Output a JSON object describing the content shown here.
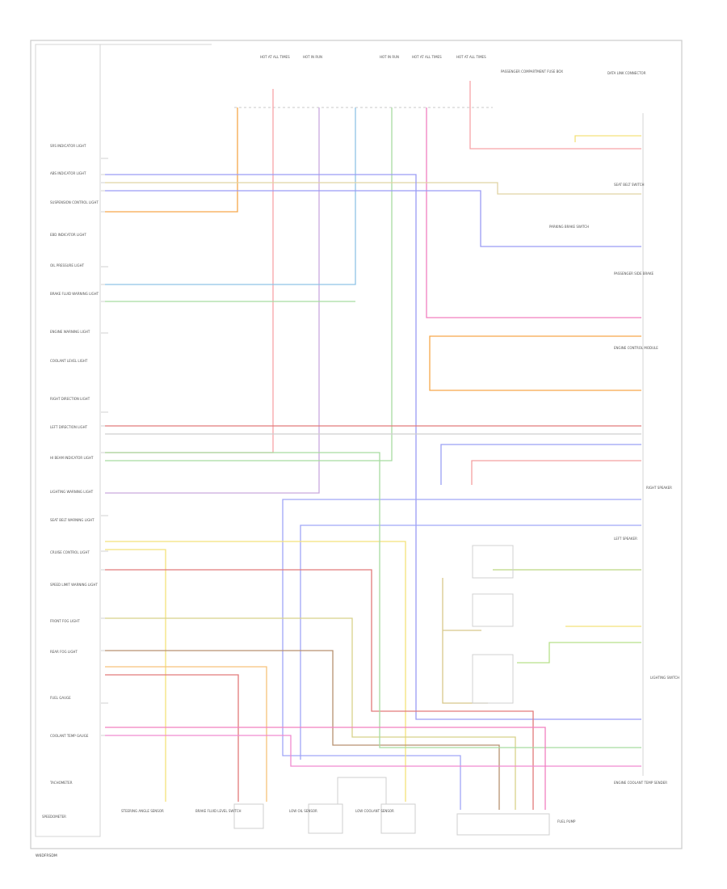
{
  "left_labels": [
    "SRS INDICATOR LIGHT",
    "ABS INDICATOR LIGHT",
    "SUSPENSION CONTROL LIGHT",
    "EBD INDICATOR LIGHT",
    "OIL PRESSURE LIGHT",
    "BRAKE FLUID WARNING LIGHT",
    "ENGINE WARNING LIGHT",
    "COOLANT LEVEL LIGHT",
    "RIGHT DIRECTION LIGHT",
    "LEFT DIRECTION LIGHT",
    "HI BEAM INDICATOR LIGHT",
    "LIGHTING WARNING LIGHT",
    "SEAT BELT WARNING LIGHT",
    "CRUISE CONTROL LIGHT",
    "SPEED LIMIT WARNING LIGHT",
    "FRONT FOG LIGHT",
    "REAR FOG LIGHT",
    "FUEL GAUGE",
    "COOLANT TEMP GAUGE",
    "TACHOMETER",
    "SPEEDOMETER"
  ],
  "top_labels": [
    "HOT AT ALL TIMES",
    "HOT IN RUN",
    "HOT IN RUN",
    "HOT AT ALL TIMES",
    "HOT AT ALL TIMES",
    "PASSENGER COMPARTMENT FUSE BOX",
    "DATA LINK CONNECTOR"
  ],
  "right_labels": [
    "SEAT BELT SWITCH",
    "PARKING BRAKE SWITCH",
    "PASSENGER SIDE BRAKE",
    "ENGINE CONTROL MODULE",
    "RIGHT SPEAKER",
    "LEFT SPEAKER",
    "LIGHTING SWITCH",
    "ENGINE COOLANT TEMP SENDER"
  ],
  "bottom_labels": [
    "STEERING ANGLE SENSOR",
    "BRAKE FLUID LEVEL SWITCH",
    "LOW OIL SENSOR",
    "LOW COOLANT SENSOR",
    "FUEL PUMP"
  ],
  "footer": "W6DFRSDM"
}
